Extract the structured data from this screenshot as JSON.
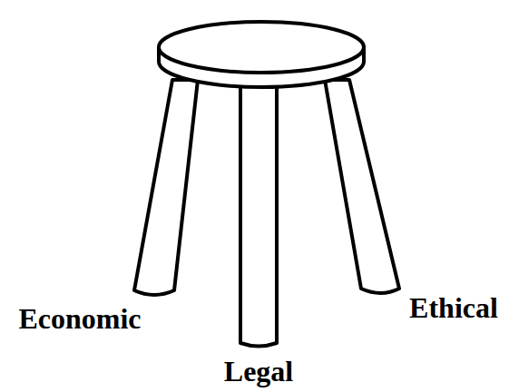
{
  "diagram": {
    "labels": [
      "Economic",
      "Legal",
      "Ethical"
    ]
  }
}
